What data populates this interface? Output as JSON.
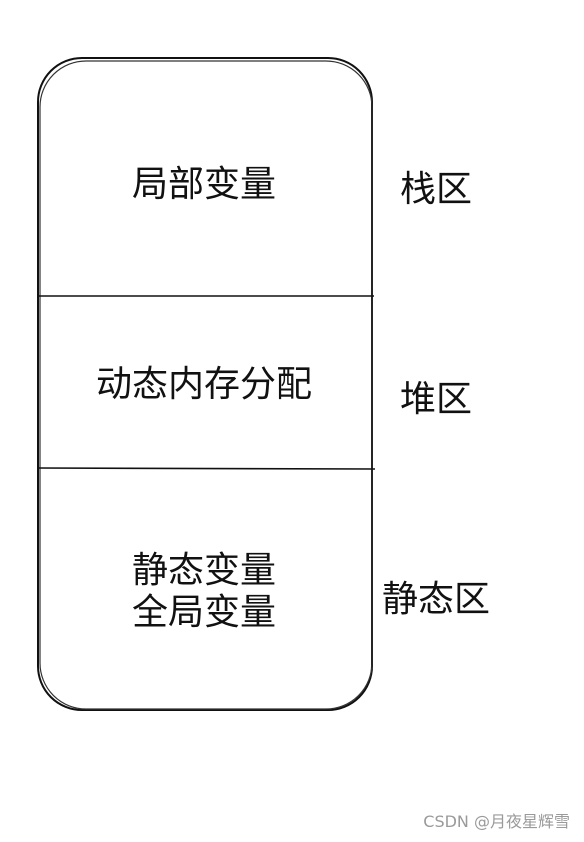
{
  "regions": [
    {
      "text_lines": [
        "局部变量"
      ],
      "side_label": "栈区"
    },
    {
      "text_lines": [
        "动态内存分配"
      ],
      "side_label": "堆区"
    },
    {
      "text_lines": [
        "静态变量",
        "全局变量"
      ],
      "side_label": "静态区"
    }
  ],
  "watermark": "CSDN @月夜星辉雪"
}
